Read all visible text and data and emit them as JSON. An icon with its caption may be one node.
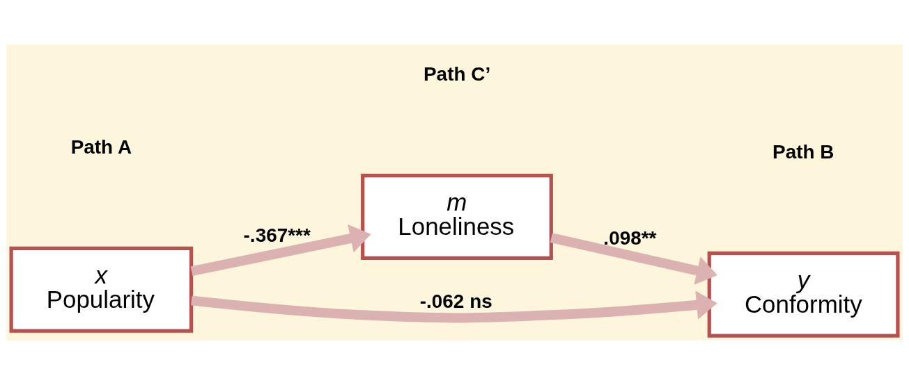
{
  "diagram": {
    "nodes": [
      {
        "text": [
          "m",
          "Loneliness"
        ]
      },
      {
        "text": [
          "x",
          "Popularity"
        ]
      },
      {
        "text": [
          "y",
          "Conformity"
        ]
      }
    ],
    "edges": [
      {
        "from": 1,
        "to": 0,
        "arrow": "to",
        "label": "-.367***"
      },
      {
        "from": 0,
        "to": 2,
        "arrow": "to",
        "label": ".098**"
      },
      {
        "from": 1,
        "to": 2,
        "arrow": "to",
        "label": "-.062 ns"
      }
    ],
    "labels": [
      "Path A",
      "Path B",
      "Path C’"
    ]
  }
}
